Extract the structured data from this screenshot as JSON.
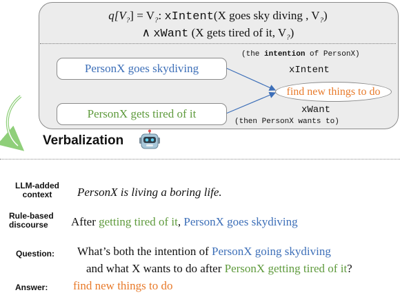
{
  "query": {
    "line1_prefix": "q[V",
    "line1_sub1": "?",
    "line1_mid": "] = V",
    "line1_sub2": "?",
    "line1_colon": ": ",
    "line1_rel": "xIntent",
    "line1_args": "(X goes sky diving , V",
    "line1_sub3": "?",
    "line1_close": ")",
    "line2_and": "∧ ",
    "line2_rel": "xWant",
    "line2_args": " (X gets tired of it, V",
    "line2_sub": "?",
    "line2_close": ")"
  },
  "graph": {
    "head1": "PersonX goes skydiving",
    "head2": "PersonX gets tired of it",
    "tail": "find new things to do",
    "note1_a": "(the ",
    "note1_b": "intention",
    "note1_c": " of PersonX)",
    "rel1": "xIntent",
    "rel2": "xWant",
    "note2": "(then PersonX wants to)"
  },
  "verbalization_title": "Verbalization",
  "rows": {
    "context_label": "LLM-added context",
    "context_label_1": "LLM-added",
    "context_label_2": "context",
    "context_text": "PersonX is living a boring life.",
    "discourse_label_1": "Rule-based",
    "discourse_label_2": "discourse",
    "discourse_a": "After ",
    "discourse_b": "getting tired of it",
    "discourse_c": ", ",
    "discourse_d": "PersonX goes skydiving",
    "question_label": "Question:",
    "q1_a": "What’s both the intention of ",
    "q1_b": "PersonX going skydiving",
    "q2_a": "and what X wants to do after ",
    "q2_b": "PersonX getting tired of it",
    "q2_c": "?",
    "answer_label": "Answer:",
    "answer_text": "find new things to do"
  },
  "colors": {
    "blue": "#3d6fb8",
    "green": "#5e9a3c",
    "orange": "#e87a2a",
    "panel": "#ececec",
    "curve_arrow": "#8fcf7a"
  },
  "icons": [
    "robot-icon",
    "curved-arrow-icon"
  ]
}
